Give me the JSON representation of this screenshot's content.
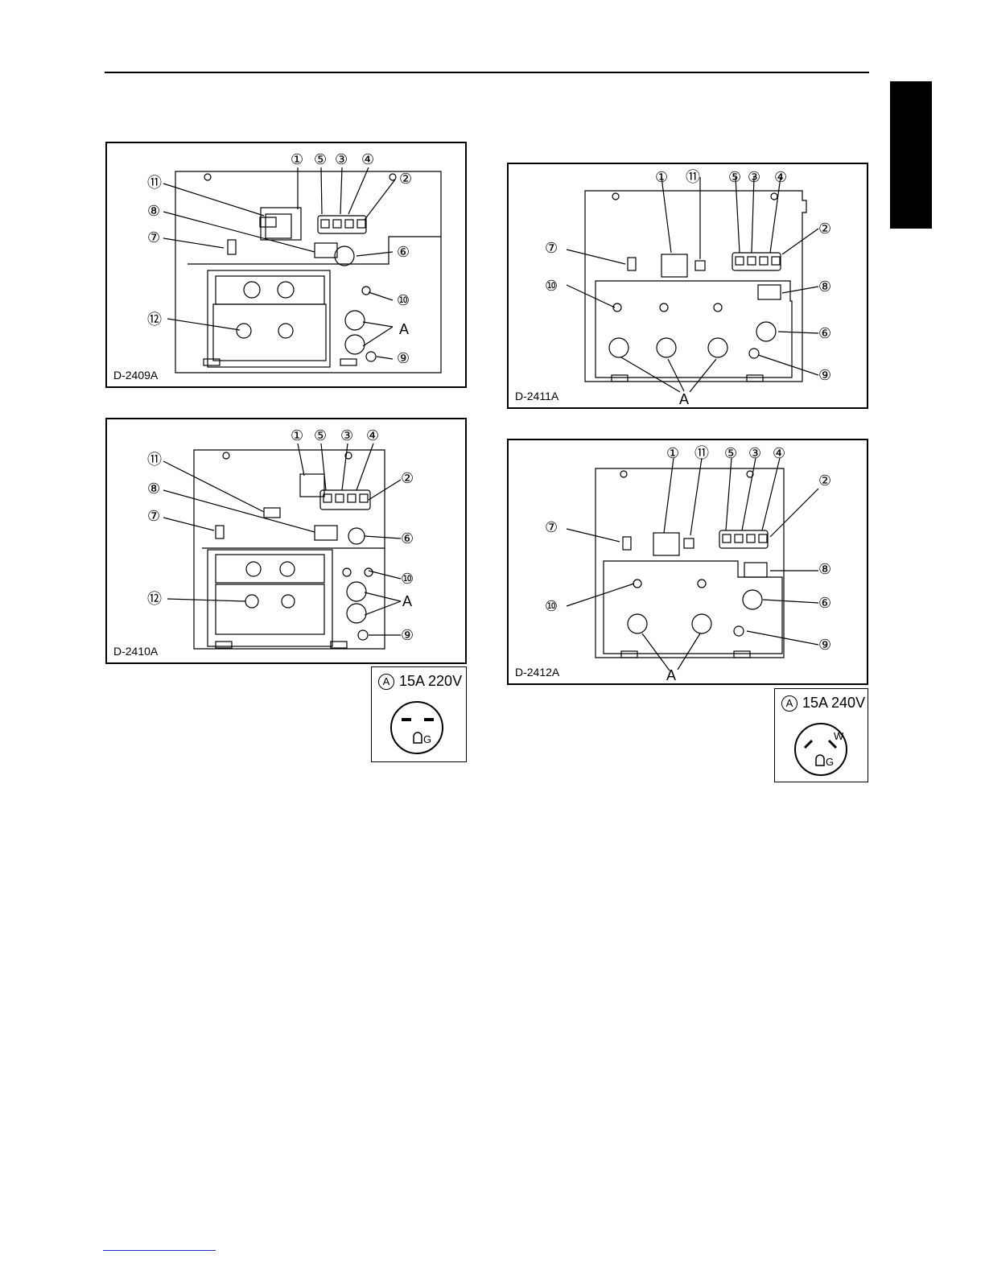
{
  "figures": [
    {
      "id": "D-2409A"
    },
    {
      "id": "D-2411A"
    },
    {
      "id": "D-2410A"
    },
    {
      "id": "D-2412A"
    }
  ],
  "callouts": {
    "one": "①",
    "two": "②",
    "three": "③",
    "four": "④",
    "five": "⑤",
    "six": "⑥",
    "seven": "⑦",
    "eight": "⑧",
    "nine": "⑨",
    "ten": "⑩",
    "eleven": "⑪",
    "twelve": "⑫",
    "a": "A"
  },
  "legends": [
    {
      "letter": "A",
      "rating": "15A 220V",
      "ground": "G"
    },
    {
      "letter": "A",
      "rating": "15A 240V",
      "ground": "G",
      "neutral": "W"
    }
  ]
}
